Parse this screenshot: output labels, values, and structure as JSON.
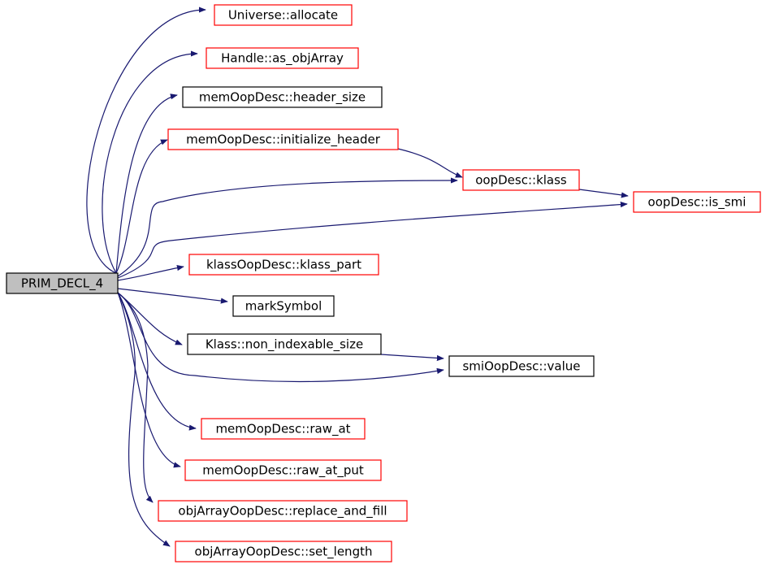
{
  "colors": {
    "edge": "#191970",
    "border_documented": "#ff0000",
    "border_plain": "#000000",
    "root_fill": "#bfbfbf",
    "node_fill": "#ffffff"
  },
  "nodes": [
    {
      "id": "root",
      "label": "PRIM_DECL_4",
      "kind": "root"
    },
    {
      "id": "n1",
      "label": "Universe::allocate",
      "kind": "red"
    },
    {
      "id": "n2",
      "label": "Handle::as_objArray",
      "kind": "red"
    },
    {
      "id": "n3",
      "label": "memOopDesc::header_size",
      "kind": "black"
    },
    {
      "id": "n4",
      "label": "memOopDesc::initialize_header",
      "kind": "red"
    },
    {
      "id": "n5",
      "label": "oopDesc::klass",
      "kind": "red"
    },
    {
      "id": "n6",
      "label": "oopDesc::is_smi",
      "kind": "red"
    },
    {
      "id": "n7",
      "label": "klassOopDesc::klass_part",
      "kind": "red"
    },
    {
      "id": "n8",
      "label": "markSymbol",
      "kind": "black"
    },
    {
      "id": "n9",
      "label": "Klass::non_indexable_size",
      "kind": "black"
    },
    {
      "id": "n10",
      "label": "smiOopDesc::value",
      "kind": "black"
    },
    {
      "id": "n11",
      "label": "memOopDesc::raw_at",
      "kind": "red"
    },
    {
      "id": "n12",
      "label": "memOopDesc::raw_at_put",
      "kind": "red"
    },
    {
      "id": "n13",
      "label": "objArrayOopDesc::replace_and_fill",
      "kind": "red"
    },
    {
      "id": "n14",
      "label": "objArrayOopDesc::set_length",
      "kind": "red"
    }
  ],
  "edges": [
    {
      "from": "root",
      "to": "n1"
    },
    {
      "from": "root",
      "to": "n2"
    },
    {
      "from": "root",
      "to": "n3"
    },
    {
      "from": "root",
      "to": "n4"
    },
    {
      "from": "root",
      "to": "n5"
    },
    {
      "from": "root",
      "to": "n6"
    },
    {
      "from": "root",
      "to": "n7"
    },
    {
      "from": "root",
      "to": "n8"
    },
    {
      "from": "root",
      "to": "n9"
    },
    {
      "from": "root",
      "to": "n10"
    },
    {
      "from": "root",
      "to": "n11"
    },
    {
      "from": "root",
      "to": "n12"
    },
    {
      "from": "root",
      "to": "n13"
    },
    {
      "from": "root",
      "to": "n14"
    },
    {
      "from": "n4",
      "to": "n5"
    },
    {
      "from": "n5",
      "to": "n6"
    },
    {
      "from": "n9",
      "to": "n10"
    }
  ]
}
